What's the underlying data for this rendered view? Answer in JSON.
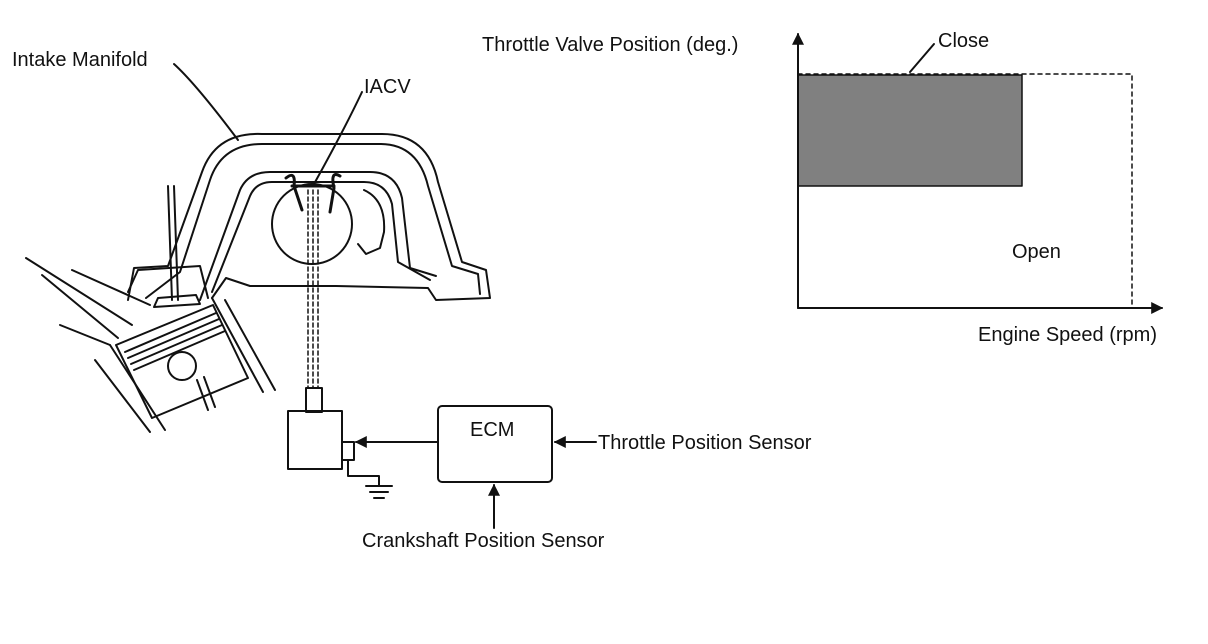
{
  "labels": {
    "intake_manifold": "Intake Manifold",
    "iacv": "IACV",
    "ecm": "ECM",
    "throttle_position_sensor": "Throttle Position Sensor",
    "crankshaft_position_sensor": "Crankshaft Position Sensor"
  },
  "graph": {
    "y_axis_label": "Throttle Valve Position (deg.)",
    "x_axis_label": "Engine Speed (rpm)",
    "close_label": "Close",
    "open_label": "Open"
  },
  "colors": {
    "line": "#111111",
    "shaded_region": "#808080",
    "background": "#ffffff"
  }
}
